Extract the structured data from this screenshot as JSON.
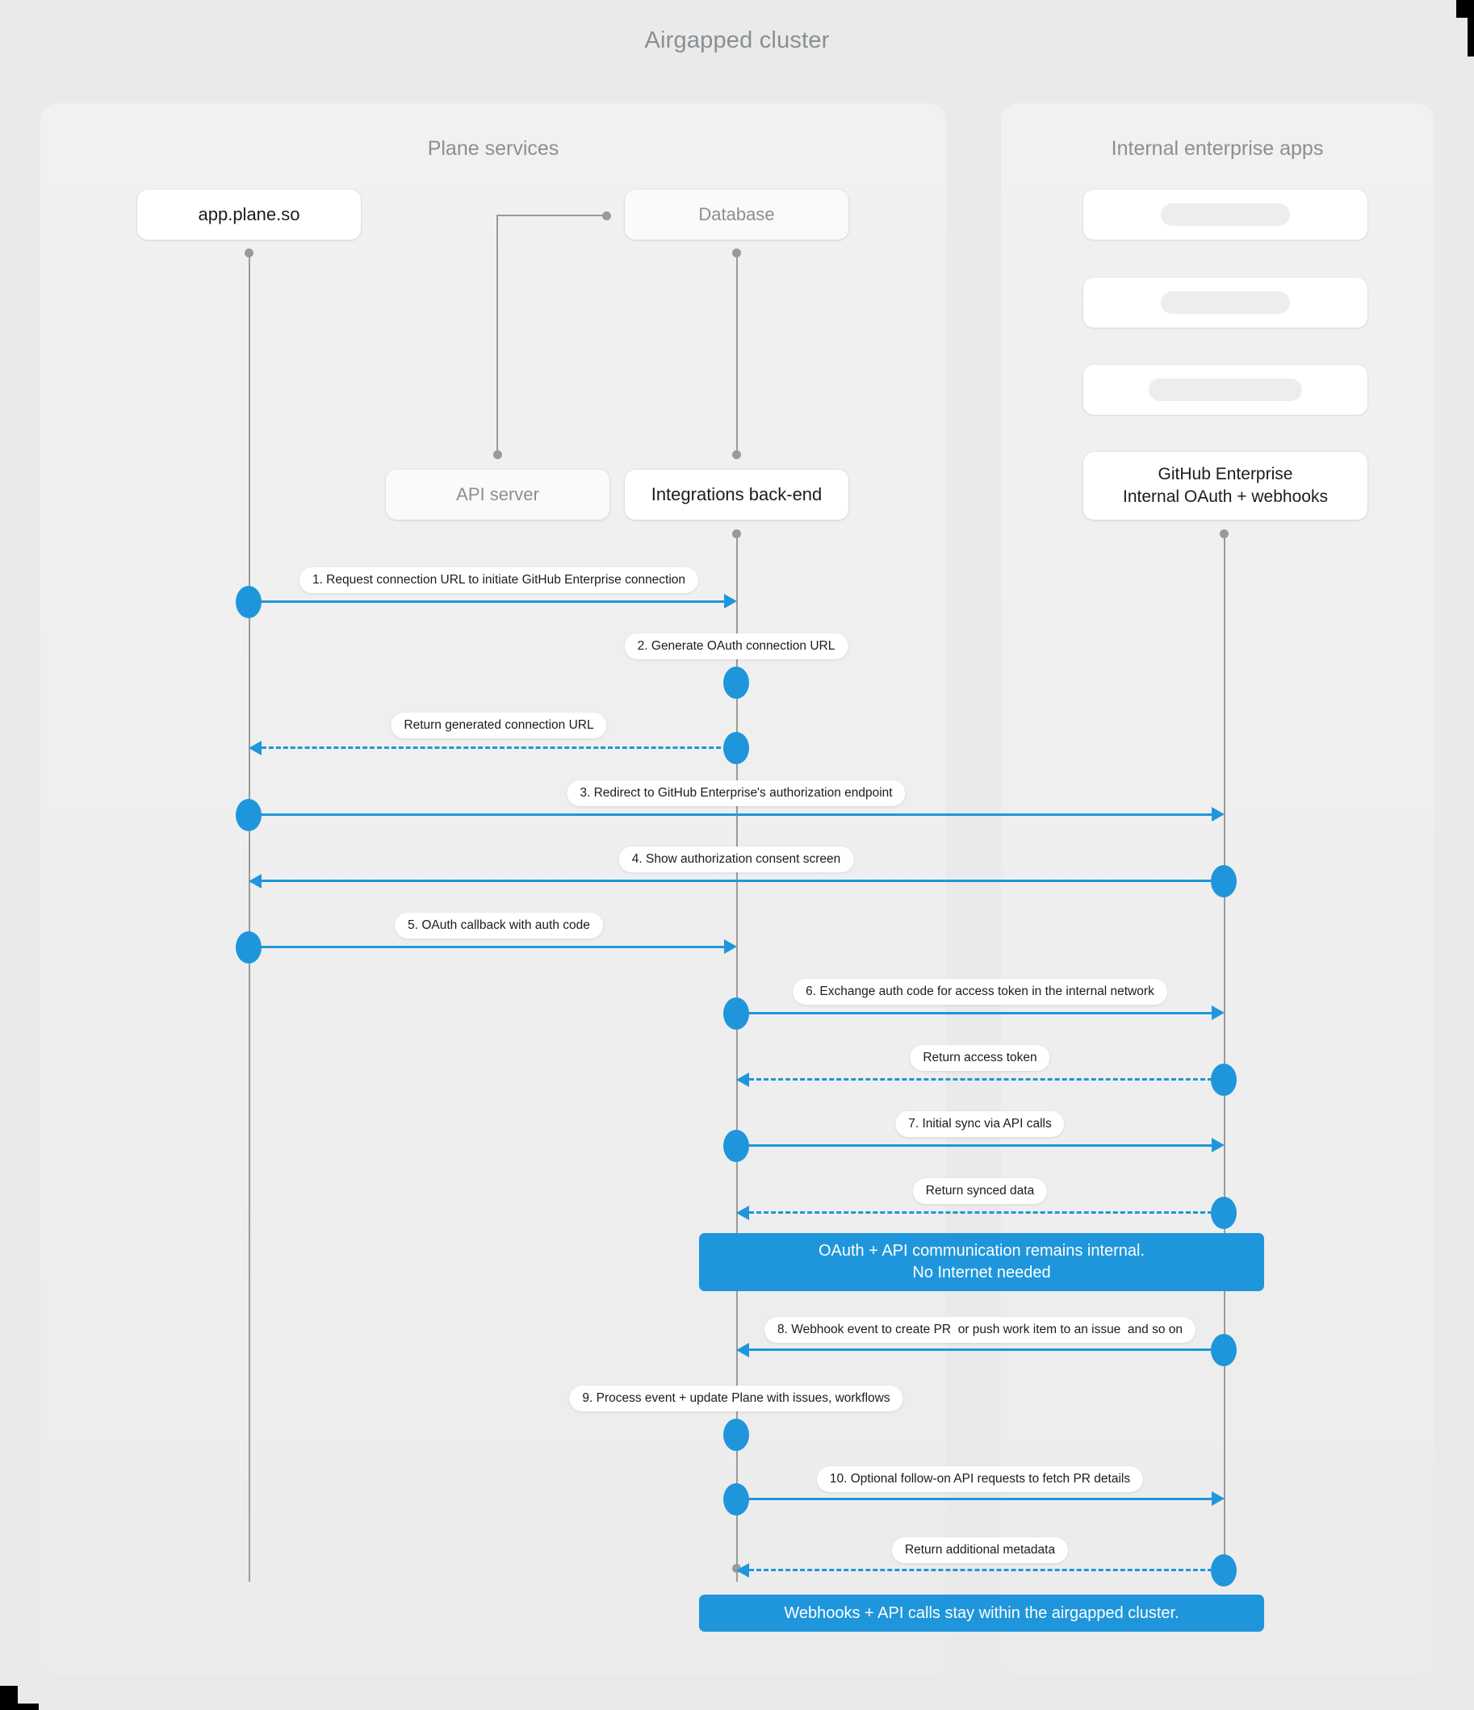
{
  "title": "Airgapped cluster",
  "colors": {
    "accent": "#1f96db",
    "muted_text": "#8a8f93",
    "panel_bg": "#efefef",
    "page_bg": "#eaeaea"
  },
  "groups": [
    {
      "id": "plane",
      "label": "Plane services"
    },
    {
      "id": "internal",
      "label": "Internal enterprise apps"
    }
  ],
  "participants": [
    {
      "id": "app",
      "label": "app.plane.so",
      "style": "solid"
    },
    {
      "id": "db",
      "label": "Database",
      "style": "muted"
    },
    {
      "id": "api",
      "label": "API server",
      "style": "muted"
    },
    {
      "id": "int",
      "label": "Integrations back-end",
      "style": "solid"
    },
    {
      "id": "ghe",
      "label_line1": "GitHub Enterprise",
      "label_line2": "Internal OAuth + webhooks",
      "style": "solid"
    }
  ],
  "placeholder_cards": [
    {
      "id": "card-1"
    },
    {
      "id": "card-2"
    },
    {
      "id": "card-3"
    }
  ],
  "messages": [
    {
      "n": 1,
      "label": "1. Request connection URL to initiate GitHub Enterprise connection",
      "from": "app",
      "to": "int",
      "kind": "solid"
    },
    {
      "n": 2,
      "label": "2. Generate OAuth connection URL",
      "from": "int",
      "to": "int",
      "kind": "self"
    },
    {
      "n": 3,
      "label": "Return generated connection URL",
      "from": "int",
      "to": "app",
      "kind": "dashed"
    },
    {
      "n": 4,
      "label": "3. Redirect to GitHub Enterprise's authorization endpoint",
      "from": "app",
      "to": "ghe",
      "kind": "solid"
    },
    {
      "n": 5,
      "label": "4. Show authorization consent screen",
      "from": "ghe",
      "to": "app",
      "kind": "solid"
    },
    {
      "n": 6,
      "label": "5. OAuth callback with auth code",
      "from": "app",
      "to": "int",
      "kind": "solid"
    },
    {
      "n": 7,
      "label": "6. Exchange auth code for access token in the internal network",
      "from": "int",
      "to": "ghe",
      "kind": "solid"
    },
    {
      "n": 8,
      "label": "Return access token",
      "from": "ghe",
      "to": "int",
      "kind": "dashed"
    },
    {
      "n": 9,
      "label": "7. Initial sync via API calls",
      "from": "int",
      "to": "ghe",
      "kind": "solid"
    },
    {
      "n": 10,
      "label": "Return synced data",
      "from": "ghe",
      "to": "int",
      "kind": "dashed"
    },
    {
      "n": 11,
      "label": "8. Webhook event to create PR  or push work item to an issue  and so on",
      "from": "ghe",
      "to": "int",
      "kind": "solid"
    },
    {
      "n": 12,
      "label": "9. Process event + update Plane with issues, workflows",
      "from": "int",
      "to": "int",
      "kind": "self"
    },
    {
      "n": 13,
      "label": "10. Optional follow-on API requests to fetch PR details",
      "from": "int",
      "to": "ghe",
      "kind": "solid"
    },
    {
      "n": 14,
      "label": "Return additional metadata",
      "from": "ghe",
      "to": "int",
      "kind": "dashed"
    }
  ],
  "notes": [
    {
      "id": "note-internal",
      "line1": "OAuth + API communication remains internal.",
      "line2": "No Internet needed"
    },
    {
      "id": "note-airgapped",
      "line1": "Webhooks + API calls stay within the airgapped cluster.",
      "line2": ""
    }
  ]
}
